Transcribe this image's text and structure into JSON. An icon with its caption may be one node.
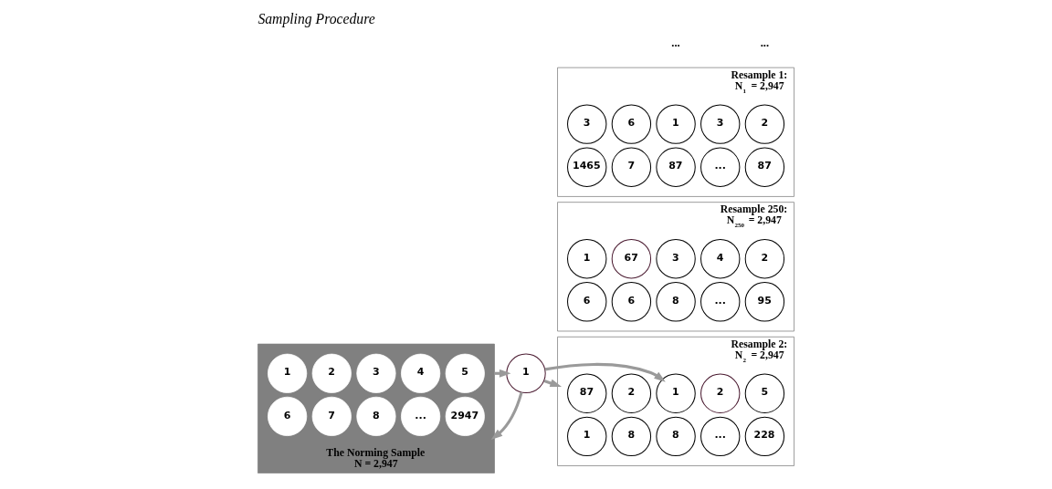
{
  "diagram": {
    "title": "Sampling Procedure",
    "nodes": [
      {
        "text": [
          "The Norming Sample",
          "N = 2,947"
        ]
      },
      {
        "text": [
          "1"
        ],
        "in": 0
      },
      {
        "text": [
          "2"
        ],
        "in": 0
      },
      {
        "text": [
          "3"
        ],
        "in": 0
      },
      {
        "text": [
          "4"
        ],
        "in": 0
      },
      {
        "text": [
          "5"
        ],
        "in": 0
      },
      {
        "text": [
          "6"
        ],
        "in": 0
      },
      {
        "text": [
          "7"
        ],
        "in": 0
      },
      {
        "text": [
          "8"
        ],
        "in": 0
      },
      {
        "text": [
          "..."
        ],
        "in": 0
      },
      {
        "text": [
          "2947"
        ],
        "in": 0
      },
      {
        "text": [
          "1"
        ]
      },
      {
        "text": [
          "Resample 1:",
          "N$_{1}$ = 2,947"
        ]
      },
      {
        "text": [
          "3"
        ],
        "in": 12
      },
      {
        "text": [
          "6"
        ],
        "in": 12
      },
      {
        "text": [
          "1"
        ],
        "in": 12
      },
      {
        "text": [
          "3"
        ],
        "in": 12
      },
      {
        "text": [
          "2"
        ],
        "in": 12
      },
      {
        "text": [
          "1465"
        ],
        "in": 12
      },
      {
        "text": [
          "7"
        ],
        "in": 12
      },
      {
        "text": [
          "87"
        ],
        "in": 12
      },
      {
        "text": [
          "..."
        ],
        "in": 12
      },
      {
        "text": [
          "87"
        ],
        "in": 12
      },
      {
        "text": [
          "Resample 2:",
          "N$_{2}$ = 2,947"
        ]
      },
      {
        "text": [
          "87"
        ],
        "in": 23
      },
      {
        "text": [
          "2"
        ],
        "in": 23
      },
      {
        "text": [
          "1"
        ],
        "in": 23
      },
      {
        "text": [
          "2"
        ],
        "in": 23
      },
      {
        "text": [
          "5"
        ],
        "in": 23
      },
      {
        "text": [
          "1"
        ],
        "in": 23
      },
      {
        "text": [
          "8"
        ],
        "in": 23
      },
      {
        "text": [
          "8"
        ],
        "in": 23
      },
      {
        "text": [
          "..."
        ],
        "in": 23
      },
      {
        "text": [
          "228"
        ],
        "in": 23
      },
      {
        "text": [
          "Resample 250:",
          "N$_{250}$ = 2,947"
        ]
      },
      {
        "text": [
          "1"
        ],
        "in": 34
      },
      {
        "text": [
          "67"
        ],
        "in": 34
      },
      {
        "text": [
          "3"
        ],
        "in": 34
      },
      {
        "text": [
          "4"
        ],
        "in": 34
      },
      {
        "text": [
          "2"
        ],
        "in": 34
      },
      {
        "text": [
          "6"
        ],
        "in": 34
      },
      {
        "text": [
          "6"
        ],
        "in": 34
      },
      {
        "text": [
          "8"
        ],
        "in": 34
      },
      {
        "text": [
          "..."
        ],
        "in": 34
      },
      {
        "text": [
          "95"
        ],
        "in": 34
      }
    ],
    "edges": [
      {
        "from": 0,
        "to": 11,
        "arrow": "to"
      },
      {
        "from": 11,
        "to": 0,
        "arrow": "to"
      },
      {
        "from": 11,
        "to": 26,
        "arrow": "to"
      },
      {
        "from": 11,
        "to": 23,
        "arrow": "to"
      }
    ],
    "labels": [
      "...",
      "..."
    ]
  }
}
